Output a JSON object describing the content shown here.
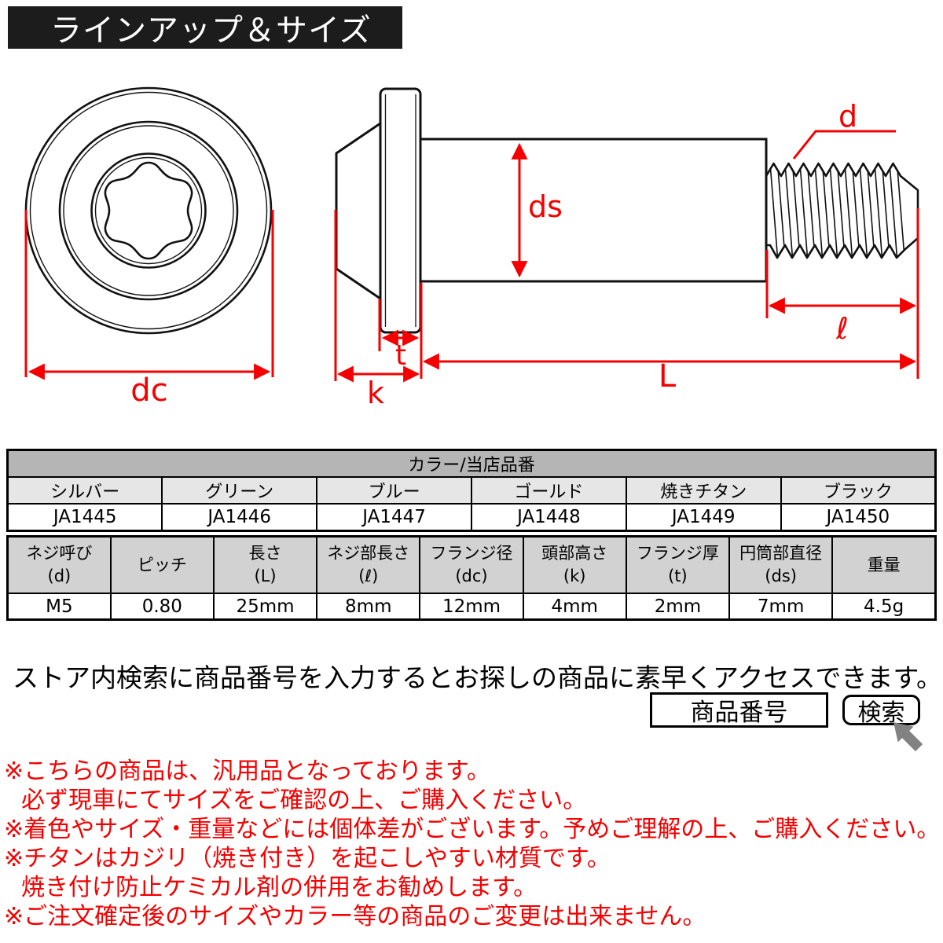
{
  "banner": {
    "title": "ラインアップ＆サイズ"
  },
  "diagram": {
    "labels": {
      "dc": "dc",
      "ds": "ds",
      "d": "d",
      "t": "t",
      "k": "k",
      "l": "ℓ",
      "L": "L"
    }
  },
  "color_table": {
    "header": "カラー/当店品番",
    "colors": [
      "シルバー",
      "グリーン",
      "ブルー",
      "ゴールド",
      "焼きチタン",
      "ブラック"
    ],
    "codes": [
      "JA1445",
      "JA1446",
      "JA1447",
      "JA1448",
      "JA1449",
      "JA1450"
    ]
  },
  "size_table": {
    "columns": [
      {
        "name": "ネジ呼び",
        "sym": "(d)"
      },
      {
        "name": "ピッチ",
        "sym": ""
      },
      {
        "name": "長さ",
        "sym": "(L)"
      },
      {
        "name": "ネジ部長さ",
        "sym": "(ℓ)"
      },
      {
        "name": "フランジ径",
        "sym": "(dc)"
      },
      {
        "name": "頭部高さ",
        "sym": "(k)"
      },
      {
        "name": "フランジ厚",
        "sym": "(t)"
      },
      {
        "name": "円筒部直径",
        "sym": "(ds)"
      },
      {
        "name": "重量",
        "sym": ""
      }
    ],
    "values": [
      "M5",
      "0.80",
      "25mm",
      "8mm",
      "12mm",
      "4mm",
      "2mm",
      "7mm",
      "4.5g"
    ]
  },
  "search": {
    "hint": "ストア内検索に商品番号を入力するとお探しの商品に素早くアクセスできます。",
    "field_label": "商品番号",
    "button_label": "検索"
  },
  "notes": {
    "lines": [
      {
        "text": "※こちらの商品は、汎用品となっております。",
        "indent": false
      },
      {
        "text": "必ず現車にてサイズをご確認の上、ご購入ください。",
        "indent": true
      },
      {
        "text": "※着色やサイズ・重量などには個体差がございます。予めご理解の上、ご購入ください。",
        "indent": false
      },
      {
        "text": "※チタンはカジリ（焼き付き）を起こしやすい材質です。",
        "indent": false
      },
      {
        "text": "焼き付け防止ケミカル剤の併用をお勧めします。",
        "indent": true
      },
      {
        "text": "※ご注文確定後のサイズやカラー等の商品のご変更は出来ません。",
        "indent": false
      }
    ]
  },
  "palette": {
    "dimension_red": "#f40000",
    "banner_bg": "#1c1c1c",
    "table1_header_gray": "#b5b5b5",
    "table1_row_gray": "#e6e6e6",
    "table2_header_gray": "#d2d2d2",
    "cursor_gray": "#828282",
    "line_black": "#111111"
  }
}
